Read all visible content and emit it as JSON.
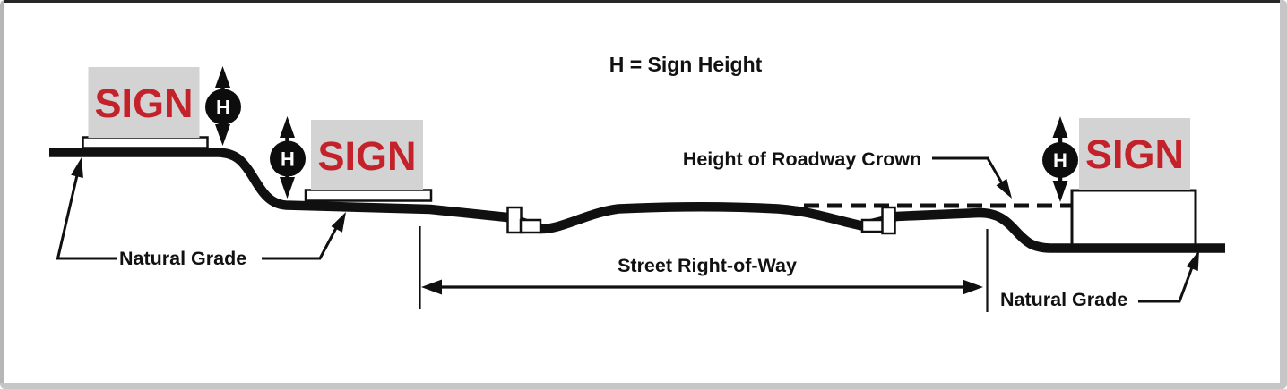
{
  "labels": {
    "sign_height_legend": "H = Sign Height",
    "height_of_roadway_crown": "Height of Roadway Crown",
    "natural_grade_left": "Natural Grade",
    "natural_grade_right": "Natural Grade",
    "street_right_of_way": "Street Right-of-Way"
  },
  "signs": [
    {
      "label": "SIGN"
    },
    {
      "label": "SIGN"
    },
    {
      "label": "SIGN"
    }
  ],
  "h_markers": [
    {
      "symbol": "H"
    },
    {
      "symbol": "H"
    },
    {
      "symbol": "H"
    }
  ],
  "colors": {
    "line": "#101010",
    "sign_fill": "#d3d3d3",
    "sign_text": "#c3222a",
    "marker_fill": "#0d0d0d",
    "marker_text": "#ffffff",
    "background": "#ffffff",
    "frame": "#c6c6c6",
    "frame_top": "#262626"
  }
}
